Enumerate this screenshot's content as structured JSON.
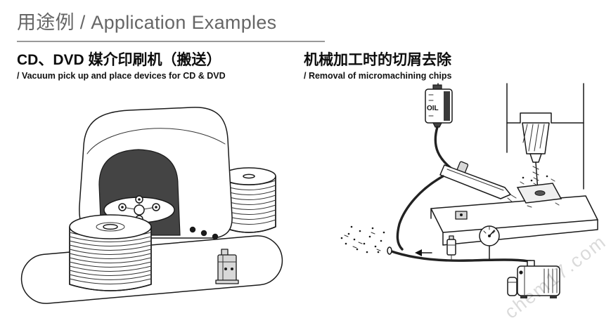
{
  "header": {
    "title": "用途例 / Application Examples"
  },
  "sections": {
    "left": {
      "title": "CD、DVD 媒介印刷机（搬送）",
      "subtitle": "/ Vacuum pick up and place devices for CD & DVD"
    },
    "right": {
      "title": "机械加工时的切屑去除",
      "subtitle": "/ Removal of micromachining chips"
    }
  },
  "labels": {
    "oil": "OIL"
  },
  "watermark": "chem17.com"
}
